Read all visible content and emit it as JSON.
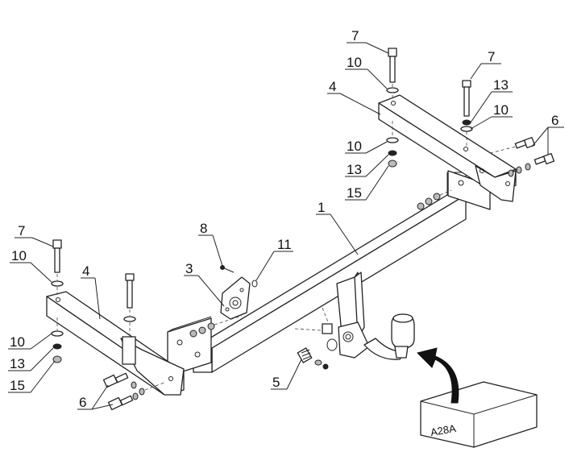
{
  "diagram": {
    "box_label": "A28A",
    "callouts": [
      {
        "id": "c7a",
        "text": "7"
      },
      {
        "id": "c10a",
        "text": "10"
      },
      {
        "id": "c4a",
        "text": "4"
      },
      {
        "id": "c7b",
        "text": "7"
      },
      {
        "id": "c13a",
        "text": "13"
      },
      {
        "id": "c10b",
        "text": "10"
      },
      {
        "id": "c6a",
        "text": "6"
      },
      {
        "id": "c10c",
        "text": "10"
      },
      {
        "id": "c13b",
        "text": "13"
      },
      {
        "id": "c15a",
        "text": "15"
      },
      {
        "id": "c1",
        "text": "1"
      },
      {
        "id": "c7c",
        "text": "7"
      },
      {
        "id": "c10d",
        "text": "10"
      },
      {
        "id": "c4b",
        "text": "4"
      },
      {
        "id": "c8",
        "text": "8"
      },
      {
        "id": "c11",
        "text": "11"
      },
      {
        "id": "c3",
        "text": "3"
      },
      {
        "id": "c10e",
        "text": "10"
      },
      {
        "id": "c13c",
        "text": "13"
      },
      {
        "id": "c15b",
        "text": "15"
      },
      {
        "id": "c6b",
        "text": "6"
      },
      {
        "id": "c5",
        "text": "5"
      }
    ]
  }
}
